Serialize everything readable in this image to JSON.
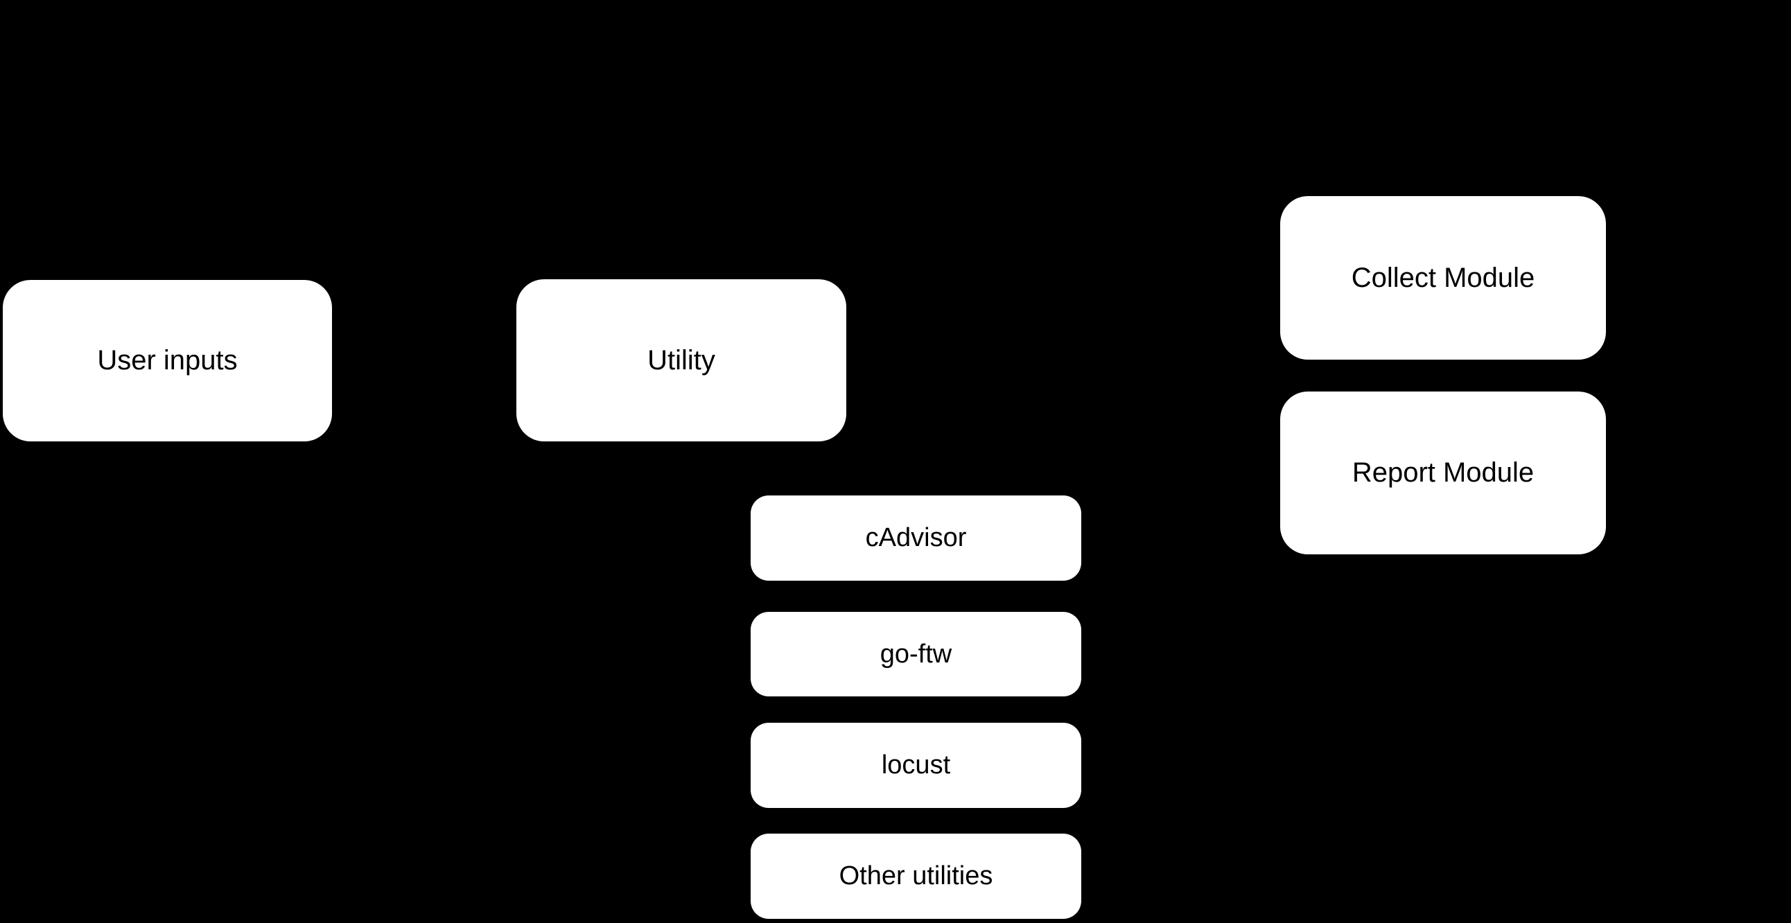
{
  "diagram": {
    "background_color": "#000000",
    "node_fill_color": "#ffffff",
    "node_text_color": "#000000",
    "nodes": [
      {
        "id": "user-inputs",
        "label": "User inputs"
      },
      {
        "id": "utility",
        "label": "Utility"
      },
      {
        "id": "collect-module",
        "label": "Collect Module"
      },
      {
        "id": "report-module",
        "label": "Report Module"
      },
      {
        "id": "cadvisor",
        "label": "cAdvisor"
      },
      {
        "id": "go-ftw",
        "label": "go-ftw"
      },
      {
        "id": "locust",
        "label": "locust"
      },
      {
        "id": "other-utilities",
        "label": "Other utilities"
      }
    ]
  }
}
